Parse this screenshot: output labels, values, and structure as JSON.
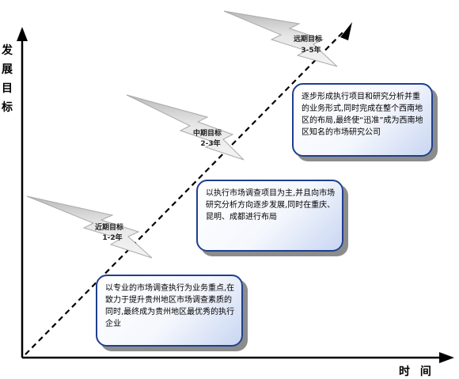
{
  "axes": {
    "y_label": "发\n展\n目\n标",
    "x_label": "时 间"
  },
  "stages": [
    {
      "title": "近期目标",
      "period": "1-2年",
      "description": "以专业的市场调查执行为业务重点,在致力于提升贵州地区市场调查素质的同时,最终成为贵州地区最优秀的执行企业"
    },
    {
      "title": "中期目标",
      "period": "2-3年",
      "description": "以执行市场调查项目为主,并且向市场研究分析方向逐步发展,同时在重庆、昆明、成都进行布局"
    },
    {
      "title": "远期目标",
      "period": "3-5年",
      "description": "逐步形成执行项目和研究分析并重的业务形式,同时完成在整个西南地区的布局,最终使“迅准”成为西南地区知名的市场研究公司"
    }
  ],
  "colors": {
    "axis": "#000000",
    "trend_line": "#000000",
    "note_border": "#1f3f8f",
    "note_fill_end": "#c9d6f2",
    "bolt_fill_top": "#c8c8c8",
    "bolt_fill_bottom": "#f2f2f2"
  }
}
